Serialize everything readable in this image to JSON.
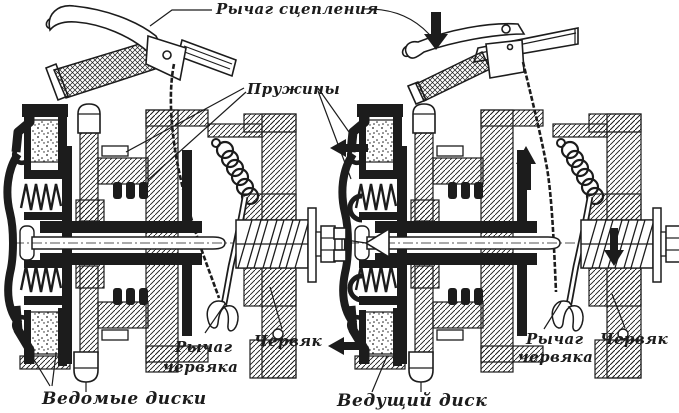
{
  "diagram": {
    "labels": {
      "clutch_lever": "Рычаг сцепления",
      "springs": "Пружины",
      "worm_lever_line1": "Рычаг",
      "worm_lever_line2": "червяка",
      "worm": "Червяк",
      "driven_disks": "Ведомые диски",
      "driving_disk": "Ведущий диск"
    },
    "colors": {
      "ink": "#1c1c1c",
      "paper": "#ffffff"
    }
  }
}
